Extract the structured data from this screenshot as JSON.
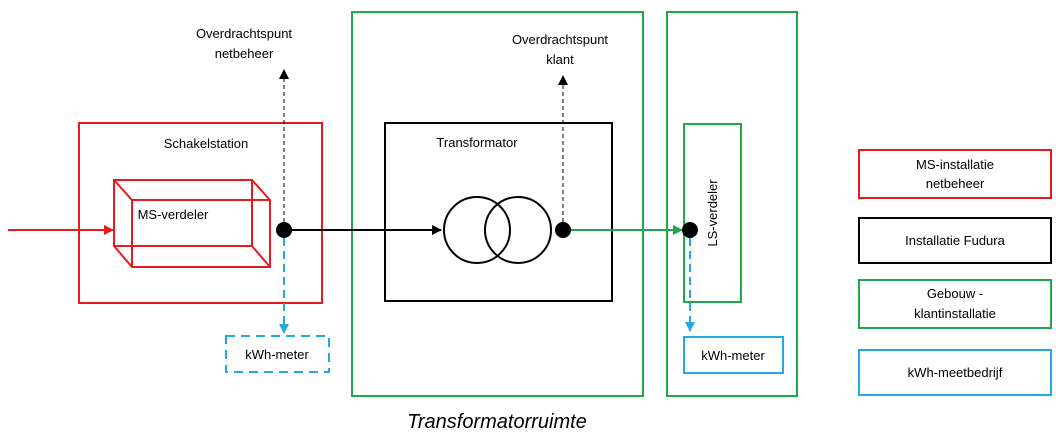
{
  "labels": {
    "transfer_grid_line1": "Overdrachtspunt",
    "transfer_grid_line2": "netbeheer",
    "transfer_client_line1": "Overdrachtspunt",
    "transfer_client_line2": "klant",
    "switching_station": "Schakelstation",
    "ms_distributor": "MS-verdeler",
    "transformer": "Transformator",
    "ls_distributor": "LS-verdeler",
    "kwh_meter_left": "kWh-meter",
    "kwh_meter_right": "kWh-meter",
    "transformer_room": "Transformatorruimte"
  },
  "legend": [
    {
      "line1": "MS-installatie",
      "line2": "netbeheer",
      "color": "#e8191c"
    },
    {
      "line1": "Installatie Fudura",
      "line2": "",
      "color": "#000000"
    },
    {
      "line1": "Gebouw -",
      "line2": "klantinstallatie",
      "color": "#1fa84a"
    },
    {
      "line1": "kWh-meetbedrijf",
      "line2": "",
      "color": "#22a9e0"
    }
  ],
  "colors": {
    "red": "#e8191c",
    "black": "#000000",
    "green": "#1fa84a",
    "blue": "#22a9e0"
  }
}
